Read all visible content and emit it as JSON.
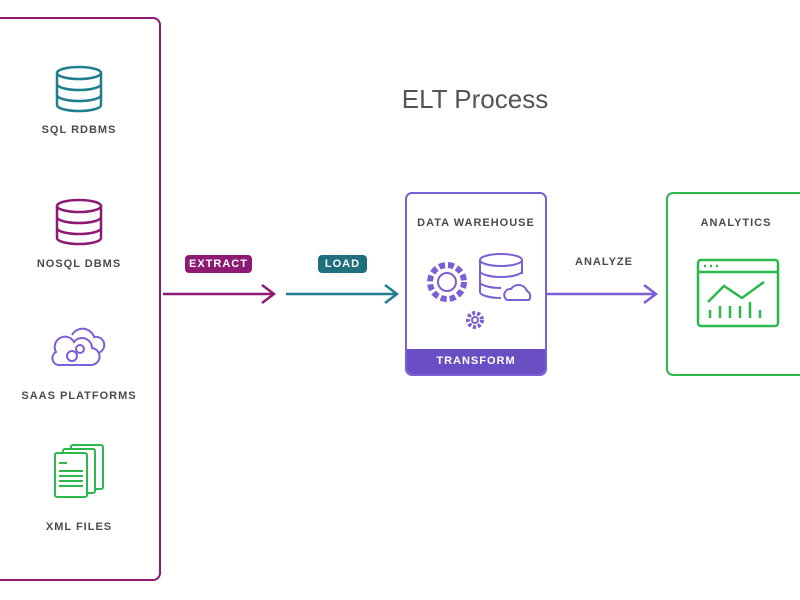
{
  "title": "ELT Process",
  "sources": [
    {
      "label": "SQL RDBMS",
      "icon": "database-icon",
      "color": "#1f7f8c"
    },
    {
      "label": "NOSQL DBMS",
      "icon": "database-icon",
      "color": "#8e1a73"
    },
    {
      "label": "SAAS PLATFORMS",
      "icon": "cloud-gear-icon",
      "color": "#7b5fd6"
    },
    {
      "label": "XML FILES",
      "icon": "files-icon",
      "color": "#2db84d"
    }
  ],
  "steps": {
    "extract": "EXTRACT",
    "load": "LOAD",
    "analyze": "ANALYZE",
    "transform": "TRANSFORM"
  },
  "warehouse": {
    "label": "DATA WAREHOUSE"
  },
  "analytics": {
    "label": "ANALYTICS"
  },
  "colors": {
    "extract": "#8e1a73",
    "load": "#1f6f7c",
    "warehouse": "#7b5fd6",
    "analytics": "#2db84d"
  }
}
